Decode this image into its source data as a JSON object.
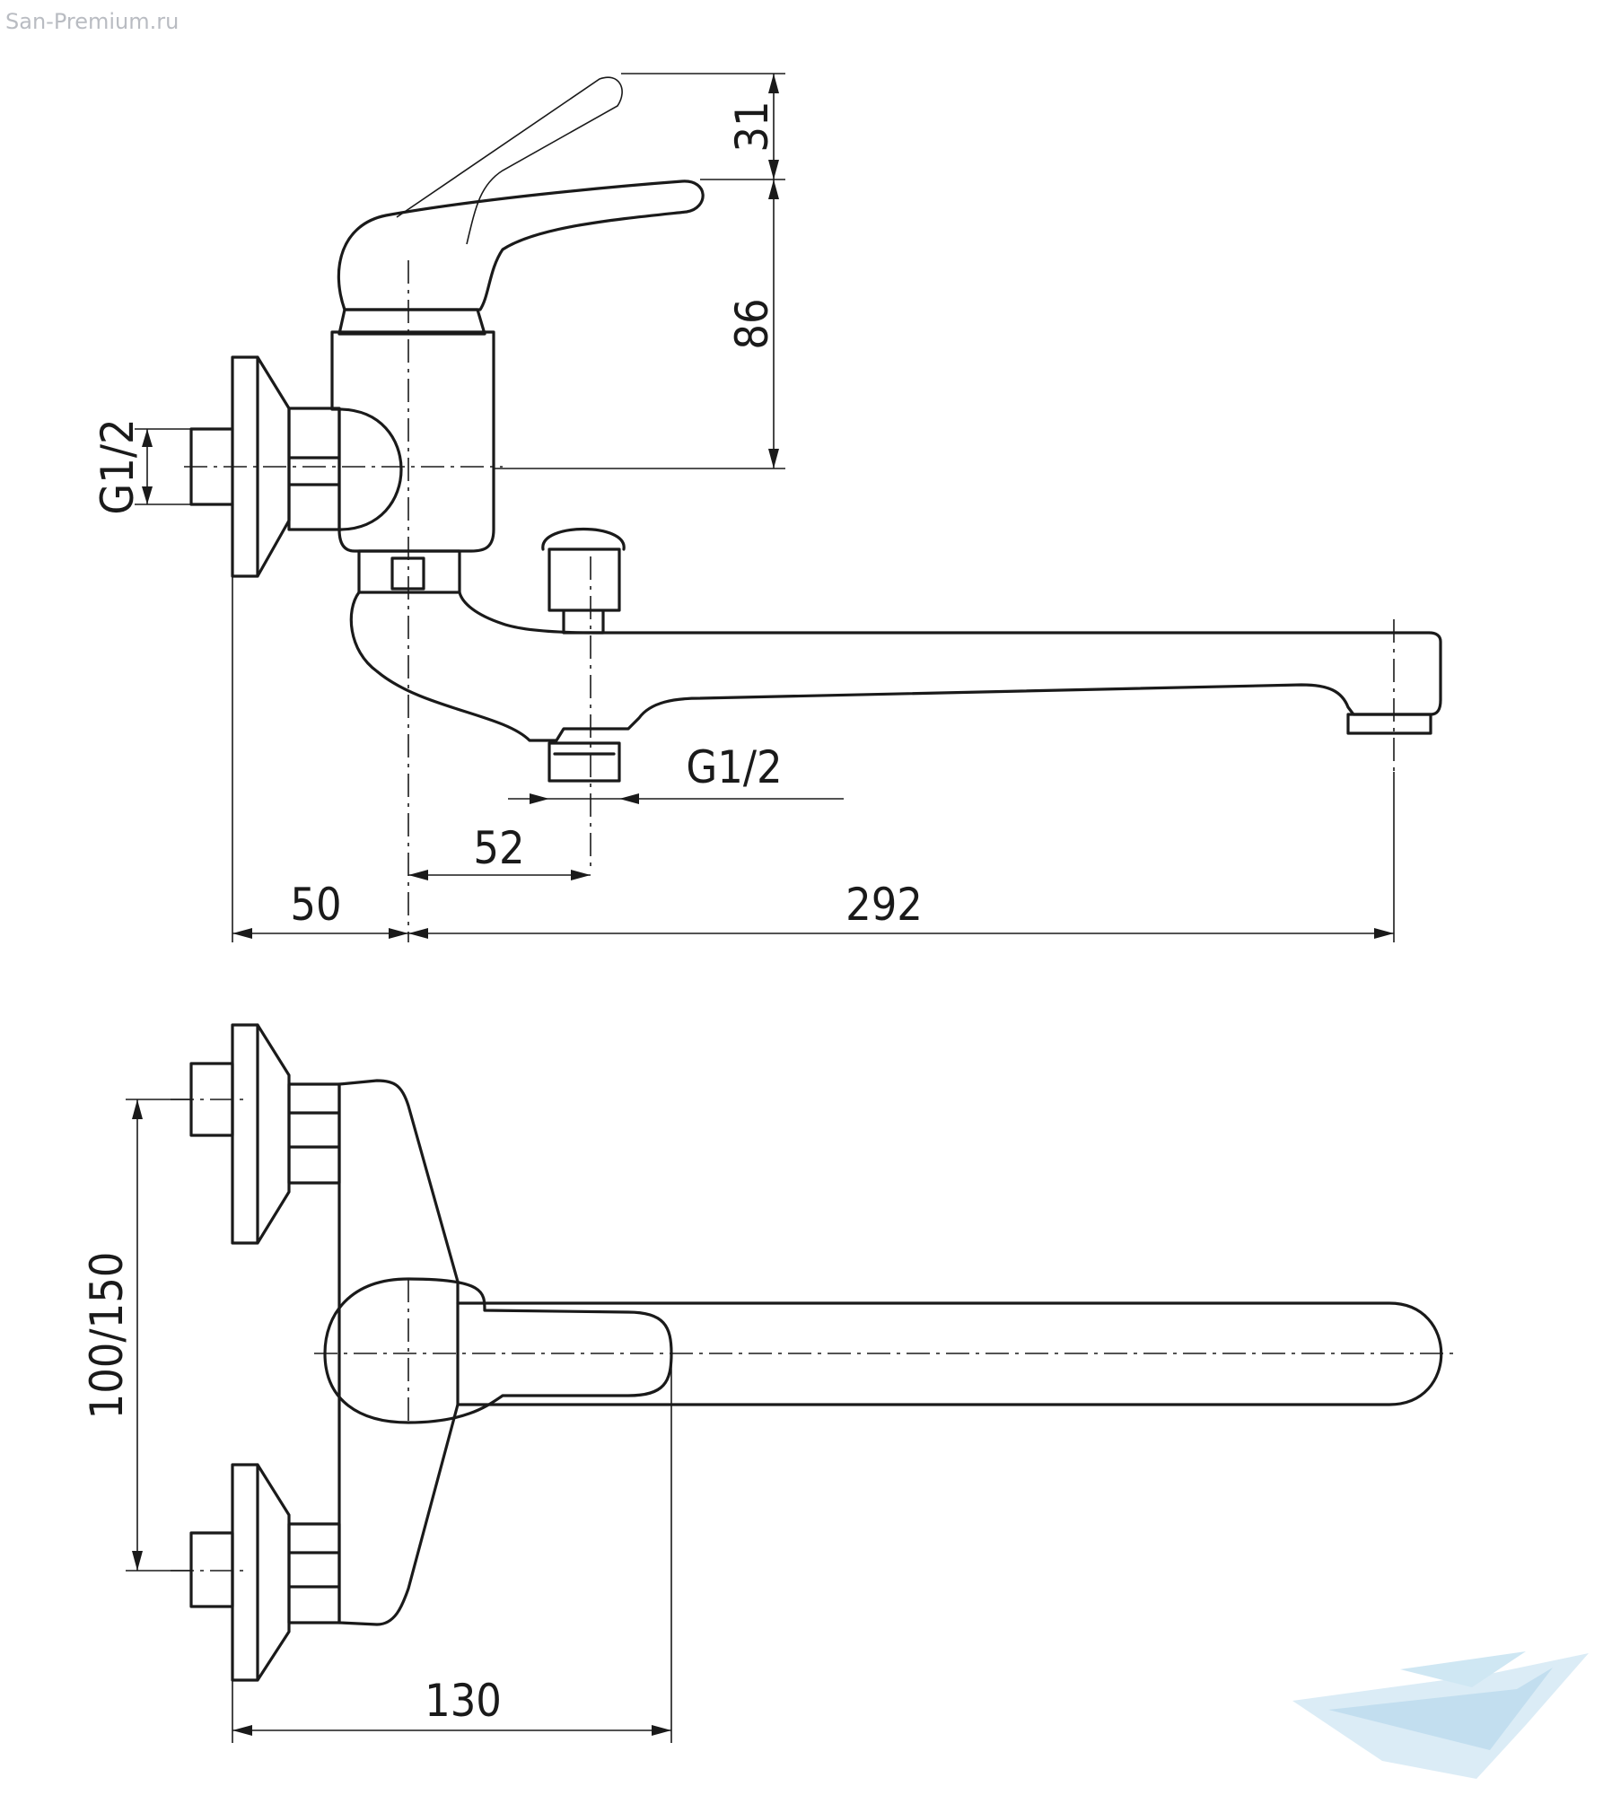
{
  "watermark": {
    "site": "San-Premium.ru",
    "logo_color": "#aed4ea"
  },
  "top_view": {
    "dim_lever_travel": "31",
    "dim_height": "86",
    "dim_inlet_thread": "G1/2",
    "dim_outlet_thread": "G1/2",
    "dim_outlet_offset": "52",
    "dim_wall_to_axis": "50",
    "dim_spout_reach": "292"
  },
  "front_view": {
    "dim_inlet_spacing": "100/150",
    "dim_depth": "130"
  }
}
